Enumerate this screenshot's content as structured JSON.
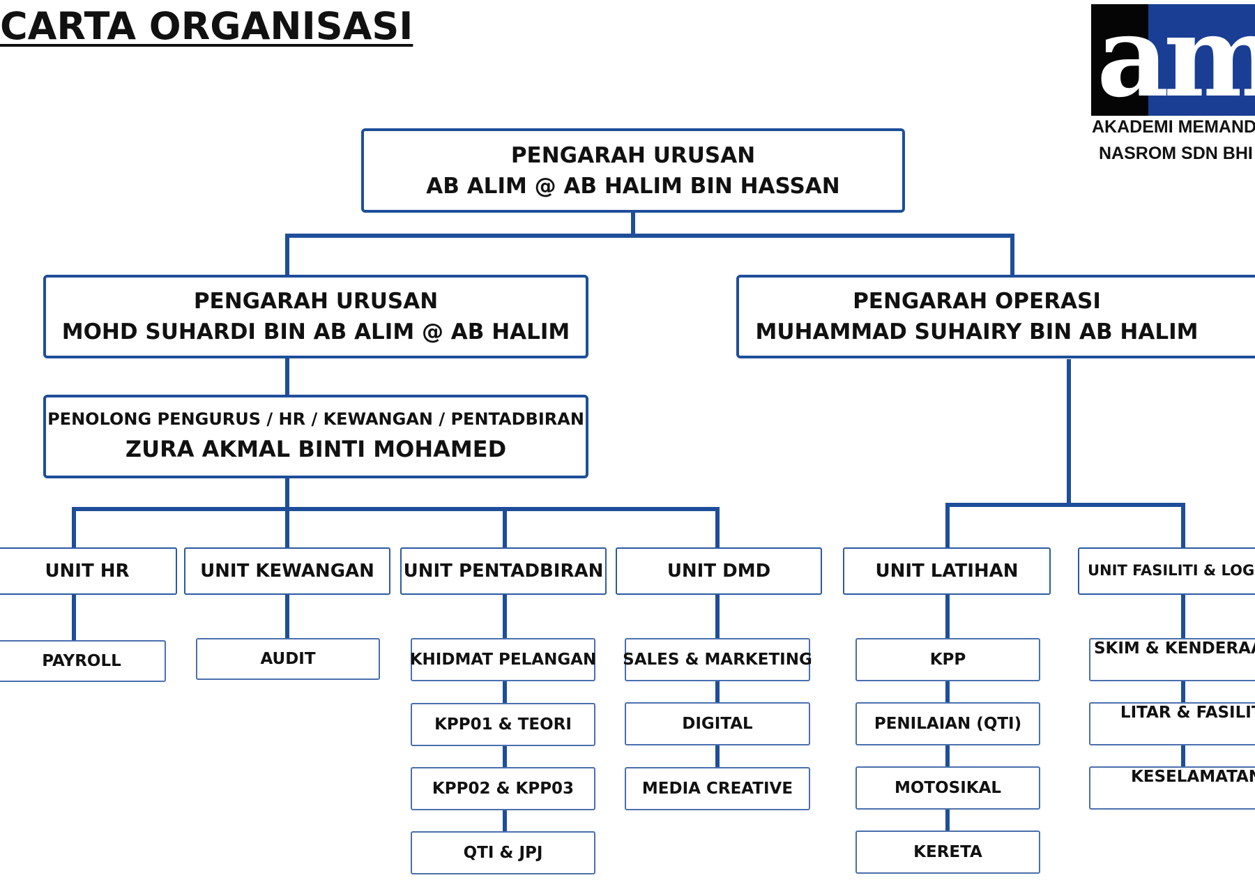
{
  "title": "CARTA ORGANISASI",
  "logo": {
    "text": "amn",
    "caption_line1": "AKADEMI MEMAND",
    "caption_line2": "NASROM SDN BHI"
  },
  "colors": {
    "line": "#1e4e9a",
    "box_border": "#2c5aa0",
    "logo_blue": "#1a3e94",
    "logo_black": "#050505"
  },
  "top": {
    "role": "PENGARAH URUSAN",
    "name": "AB ALIM @ AB HALIM BIN HASSAN"
  },
  "left_director": {
    "role": "PENGARAH URUSAN",
    "name": "MOHD SUHARDI BIN AB ALIM @ AB HALIM"
  },
  "right_director": {
    "role": "PENGARAH OPERASI",
    "name": "MUHAMMAD SUHAIRY BIN AB HALIM"
  },
  "assistant": {
    "role": "PENOLONG PENGURUS / HR / KEWANGAN / PENTADBIRAN",
    "name": "ZURA AKMAL BINTI MOHAMED"
  },
  "units": {
    "hr": {
      "label": "UNIT HR",
      "subs": [
        "PAYROLL"
      ]
    },
    "kewangan": {
      "label": "UNIT KEWANGAN",
      "subs": [
        "AUDIT"
      ]
    },
    "pentadbiran": {
      "label": "UNIT PENTADBIRAN",
      "subs": [
        "KHIDMAT PELANGAN",
        "KPP01 & TEORI",
        "KPP02 & KPP03",
        "QTI & JPJ"
      ]
    },
    "dmd": {
      "label": "UNIT DMD",
      "subs": [
        "SALES & MARKETING",
        "DIGITAL",
        "MEDIA CREATIVE"
      ]
    },
    "latihan": {
      "label": "UNIT LATIHAN",
      "subs": [
        "KPP",
        "PENILAIAN (QTI)",
        "MOTOSIKAL",
        "KERETA"
      ]
    },
    "fasiliti": {
      "label": "UNIT FASILITI & LOGIST",
      "subs": [
        "SKIM & KENDERAAN",
        "LITAR & FASILITI",
        "KESELAMATAN"
      ]
    }
  }
}
